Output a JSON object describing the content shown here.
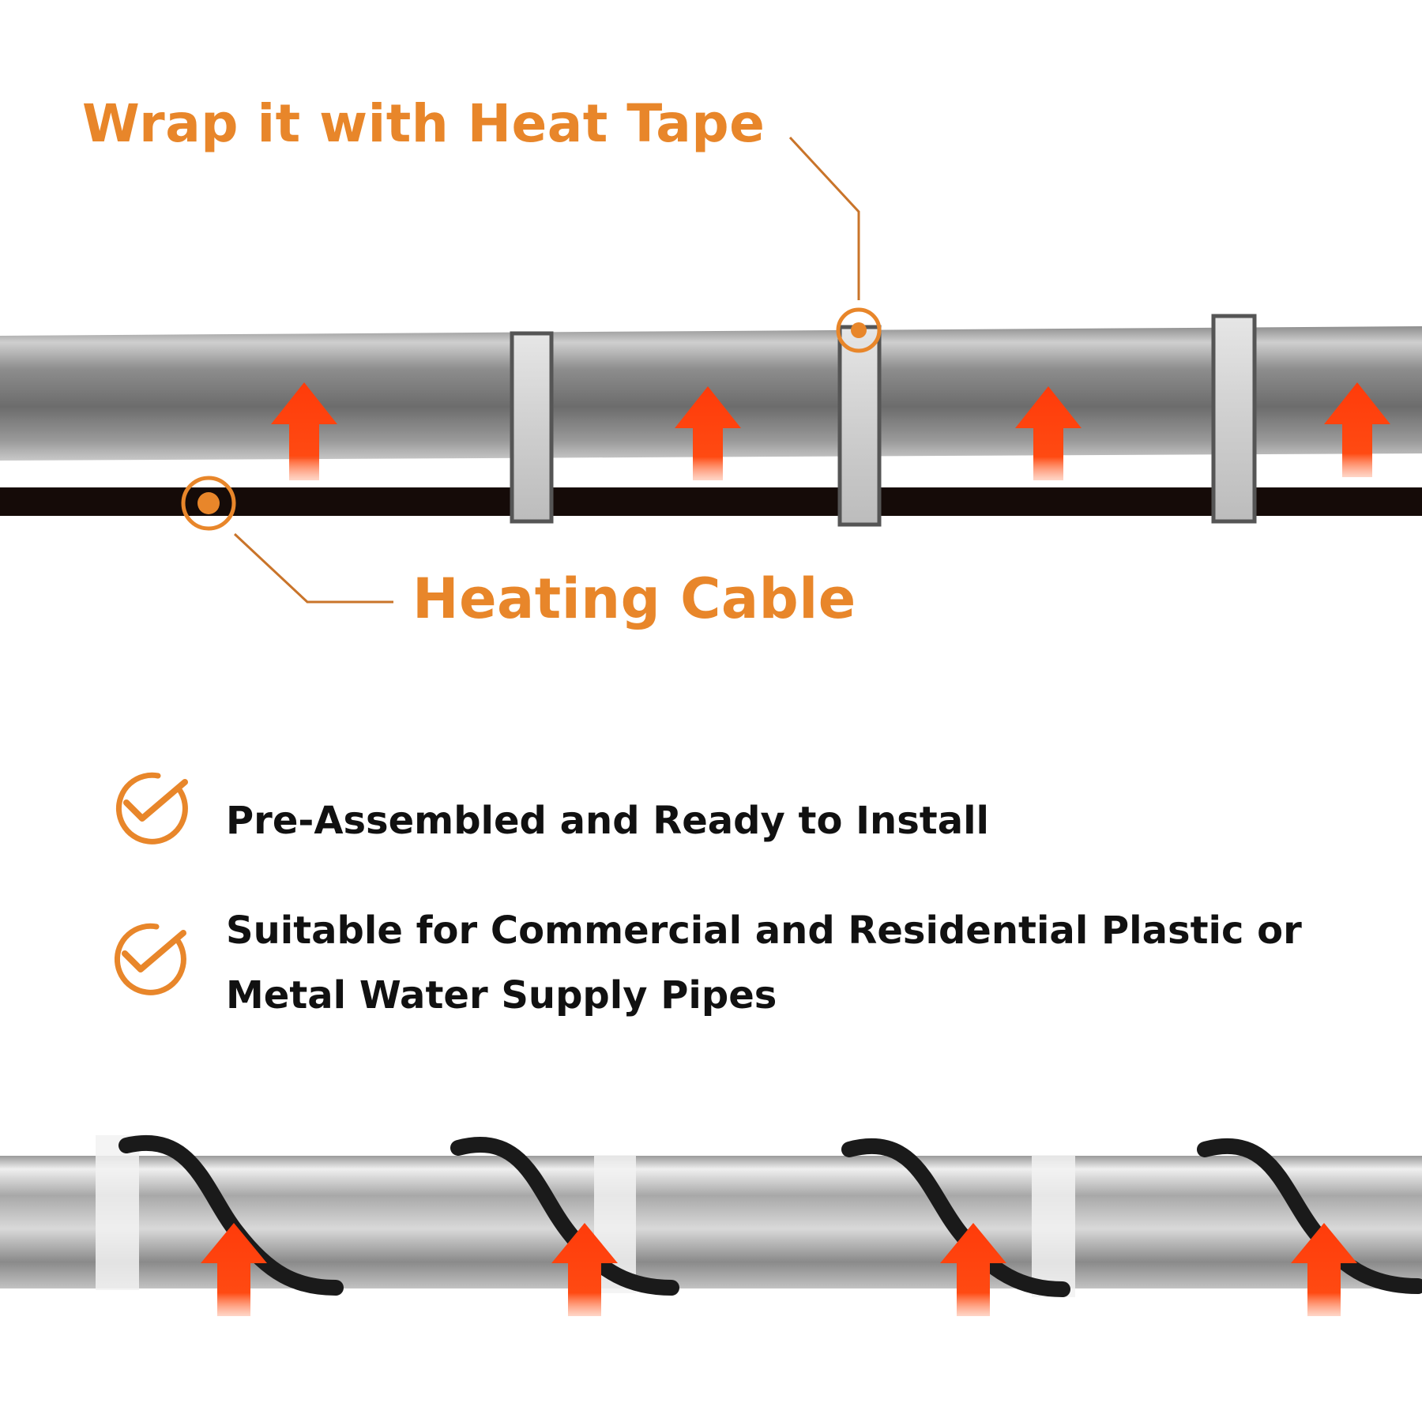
{
  "colors": {
    "accent": "#e8862a",
    "arrow": "#ff3b0a",
    "text": "#111111",
    "cable": "#150b08"
  },
  "callouts": {
    "heat_tape": "Wrap it with Heat Tape",
    "heating_cable": "Heating Cable"
  },
  "features": [
    {
      "icon": "check-circle-icon",
      "lines": [
        "Pre-Assembled and Ready to Install"
      ]
    },
    {
      "icon": "check-circle-icon",
      "lines": [
        "Suitable for Commercial and Residential Plastic or",
        "Metal Water Supply Pipes"
      ]
    }
  ]
}
